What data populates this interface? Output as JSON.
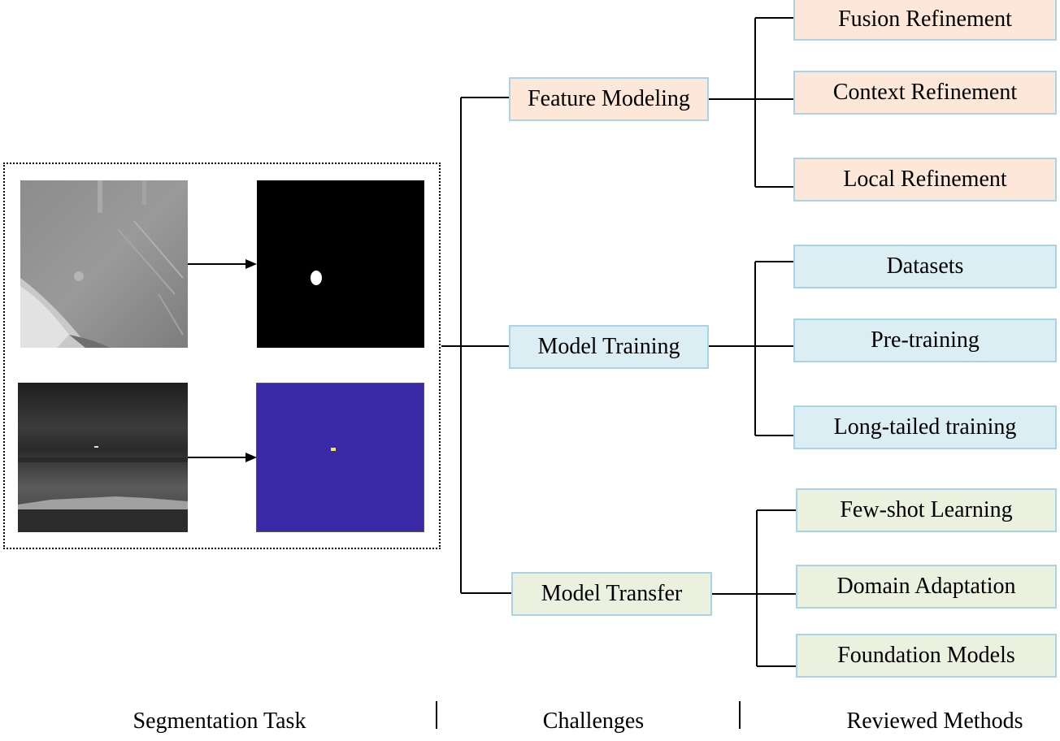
{
  "challenges": {
    "feature_modeling": "Feature Modeling",
    "model_training": "Model Training",
    "model_transfer": "Model Transfer"
  },
  "methods": {
    "fusion_refinement": "Fusion Refinement",
    "context_refinement": "Context Refinement",
    "local_refinement": "Local Refinement",
    "datasets": "Datasets",
    "pre_training": "Pre-training",
    "long_tailed_training": "Long-tailed training",
    "few_shot_learning": "Few-shot Learning",
    "domain_adaptation": "Domain Adaptation",
    "foundation_models": "Foundation Models"
  },
  "footer": {
    "segmentation_task": "Segmentation Task",
    "challenges": "Challenges",
    "reviewed_methods": "Reviewed Methods"
  },
  "colors": {
    "feature_group": "#fce7d8",
    "training_group": "#daeef3",
    "transfer_group": "#ebf1de",
    "box_border": "#a9d3e6",
    "mask_background_2": "#3a2aa6",
    "mask_target_2": "#f5e64a"
  }
}
